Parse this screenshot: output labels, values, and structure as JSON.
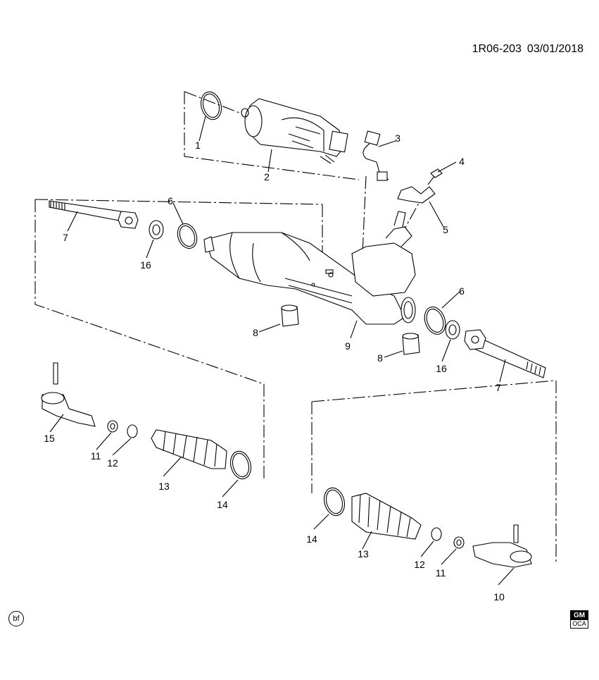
{
  "diagram_code": "1R06-203",
  "date": "03/01/2018",
  "footer_left": "bf",
  "logo_text": "GM",
  "logo_subtext": "OCA",
  "callouts": {
    "c1": "1",
    "c2": "2",
    "c3": "3",
    "c4": "4",
    "c5": "5",
    "c6a": "6",
    "c6b": "6",
    "c7a": "7",
    "c7b": "7",
    "c8a": "8",
    "c8b": "8",
    "c9": "9",
    "c10": "10",
    "c11a": "11",
    "c11b": "11",
    "c12a": "12",
    "c12b": "12",
    "c13a": "13",
    "c13b": "13",
    "c14a": "14",
    "c14b": "14",
    "c15": "15",
    "c16a": "16",
    "c16b": "16"
  }
}
